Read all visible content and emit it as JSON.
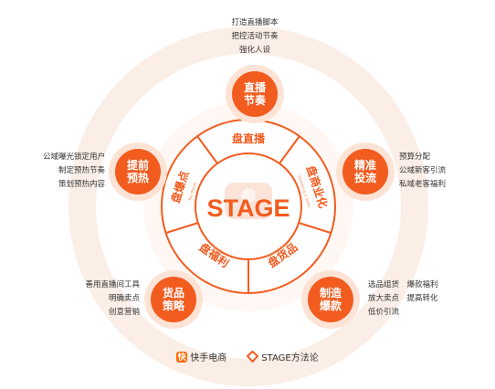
{
  "center": {
    "label": "STAGE"
  },
  "ring": [
    {
      "label": "盘直播",
      "sub": ""
    },
    {
      "label": "盘商业化",
      "sub": "Marketing & Sales"
    },
    {
      "label": "盘货品",
      "sub": "Goods & Supply"
    },
    {
      "label": "盘福利",
      "sub": "Benefits"
    },
    {
      "label": "盘爆点",
      "sub": "Key Points"
    }
  ],
  "nodes": [
    {
      "line1": "直播",
      "line2": "节奏",
      "notes": [
        "打造直播脚本",
        "把控活动节奏",
        "强化人设"
      ]
    },
    {
      "line1": "精准",
      "line2": "投流",
      "notes": [
        "预算分配",
        "公域新客引流",
        "私域老客福利"
      ]
    },
    {
      "line1": "制造",
      "line2": "爆款",
      "notes": [
        "选品组货　爆款福利",
        "放大卖点　提高转化",
        "低价引流"
      ]
    },
    {
      "line1": "货品",
      "line2": "策略",
      "notes": [
        "善用直播间工具",
        "明确卖点",
        "创意营销"
      ]
    },
    {
      "line1": "提前",
      "line2": "预热",
      "notes": [
        "公域曝光锁定用户",
        "制定预热节奏",
        "策划预热内容"
      ]
    }
  ],
  "footer": {
    "brand1": "快手电商",
    "brand2": "STAGE方法论"
  },
  "colors": {
    "accent": "#f25c1f",
    "halo": "#fde3d6",
    "ring_bg": "#fbeee7"
  }
}
